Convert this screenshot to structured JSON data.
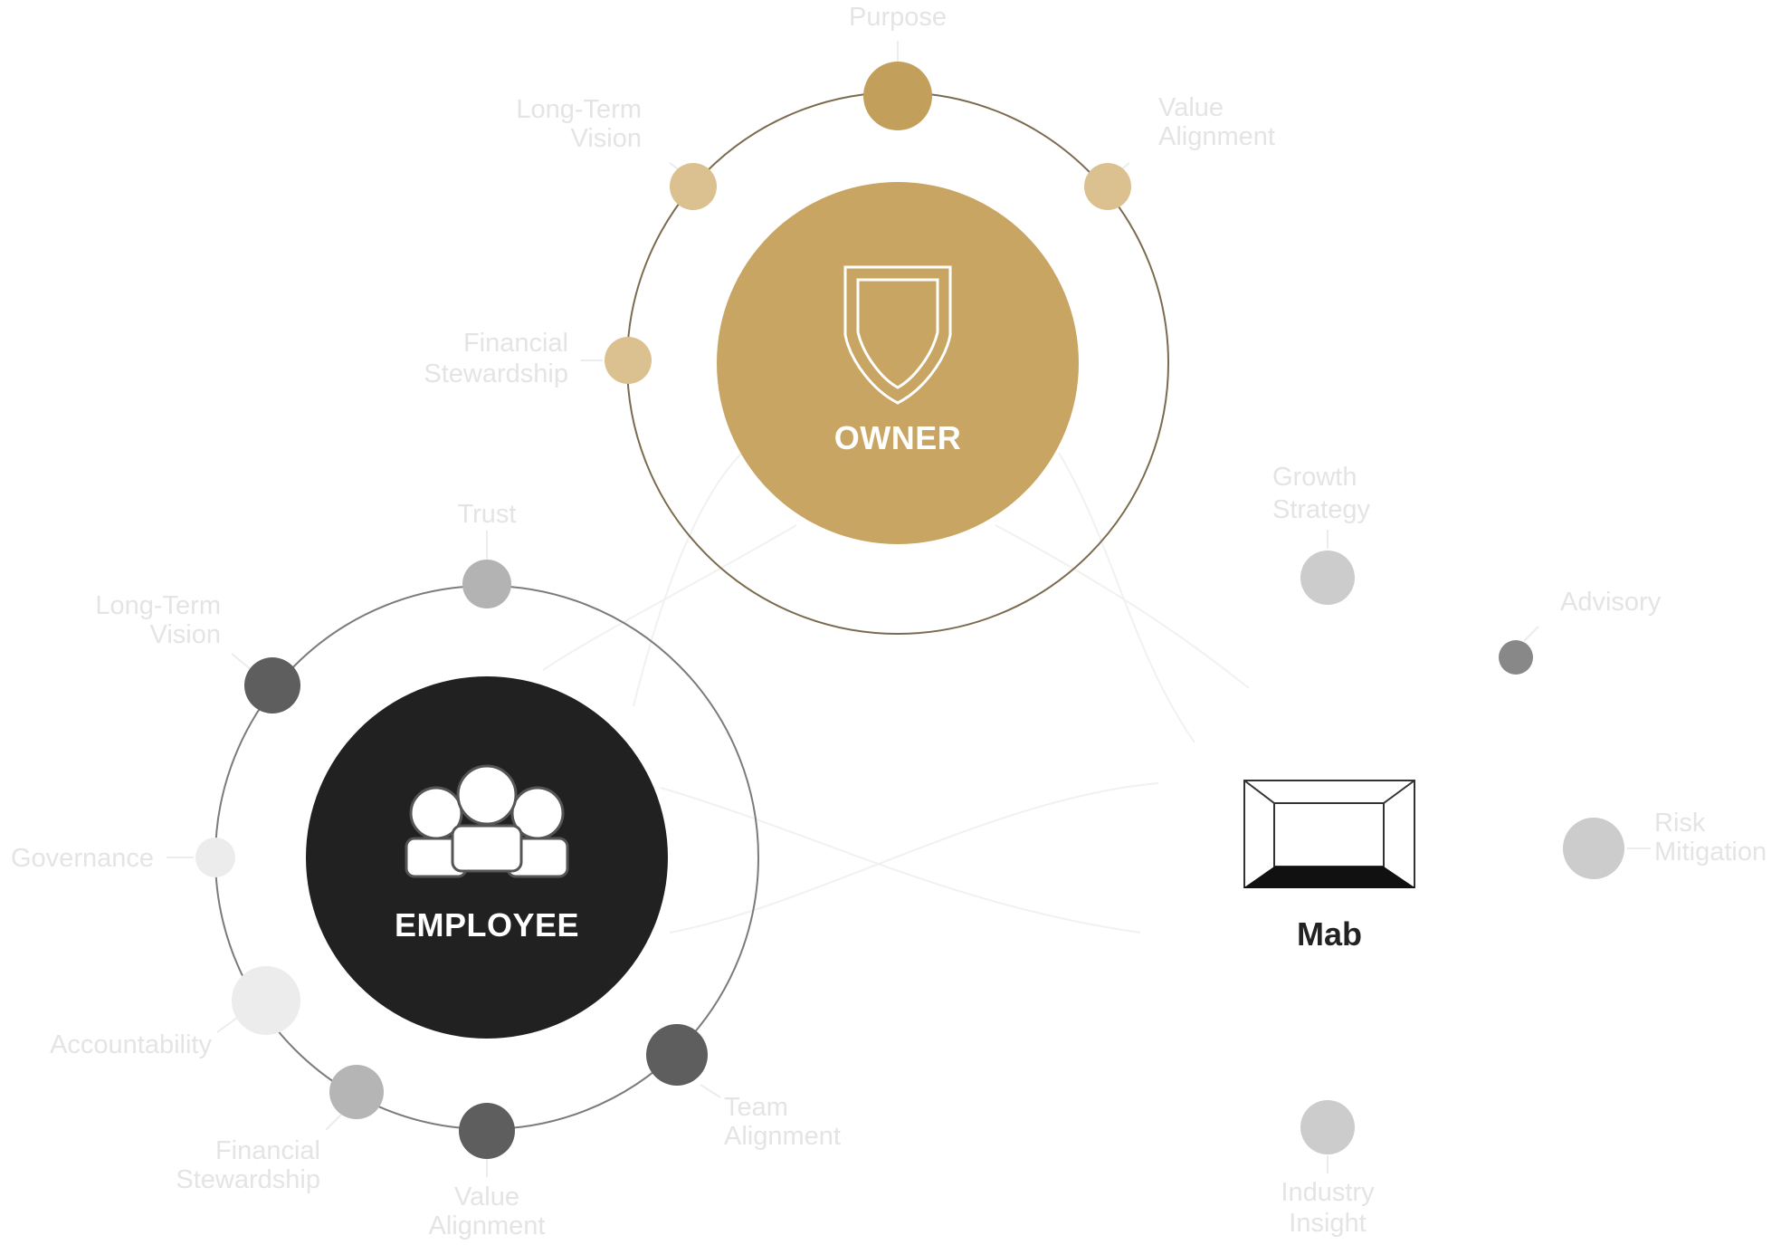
{
  "colors": {
    "owner_hub": "#c8a563",
    "owner_ring": "#7a6a4e",
    "owner_node_main": "#c2a05c",
    "owner_node_light": "#dcc190",
    "employee_hub": "#212121",
    "employee_ring": "#7b7b7b",
    "label_text": "#e4e4e4",
    "mab_text": "#222222"
  },
  "owner": {
    "title": "OWNER",
    "icon": "shield-icon",
    "nodes": [
      {
        "label": "Purpose"
      },
      {
        "label": "Long-Term Vision"
      },
      {
        "label": "Value Alignment"
      },
      {
        "label": "Financial Stewardship"
      }
    ]
  },
  "employee": {
    "title": "EMPLOYEE",
    "icon": "people-group-icon",
    "nodes": [
      {
        "label": "Trust"
      },
      {
        "label": "Long-Term Vision"
      },
      {
        "label": "Governance"
      },
      {
        "label": "Accountability"
      },
      {
        "label": "Financial Stewardship"
      },
      {
        "label": "Value Alignment"
      },
      {
        "label": "Team Alignment"
      }
    ]
  },
  "mab": {
    "title": "Mab",
    "icon": "box-frame-icon",
    "nodes": [
      {
        "label": "Growth Strategy"
      },
      {
        "label": "Advisory"
      },
      {
        "label": "Risk Mitigation"
      },
      {
        "label": "Industry Insight"
      }
    ]
  }
}
